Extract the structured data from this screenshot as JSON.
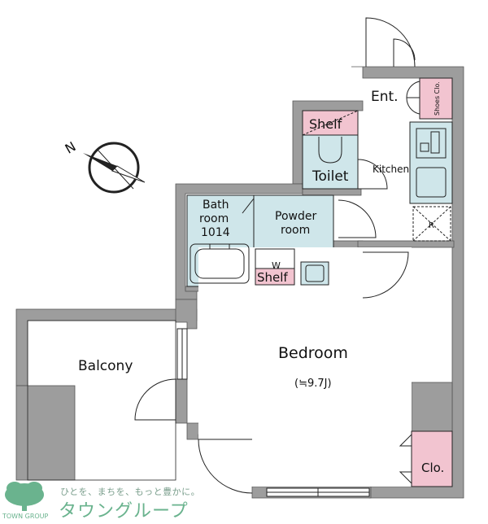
{
  "rooms": {
    "entrance": "Ent.",
    "shoes_closet": "Shoes Clo.",
    "shelf_top": "Shelf",
    "toilet": "Toilet",
    "kitchen": "Kitchen",
    "bath_line1": "Bath",
    "bath_line2": "room",
    "bath_line3": "1014",
    "powder_line1": "Powder",
    "powder_line2": "room",
    "washer": "W",
    "shelf_bottom": "Shelf",
    "refrigerator": "R",
    "bedroom": "Bedroom",
    "bedroom_size": "(≒9.7J)",
    "balcony": "Balcony",
    "closet": "Clo.",
    "compass": "N"
  },
  "brand": {
    "tagline": "ひとを、まちを、もっと豊かに。",
    "name": "タウングループ",
    "name_en": "TOWN GROUP"
  },
  "colors": {
    "wall": "#9d9d9d",
    "wet_area": "#cfe6ea",
    "storage": "#f2c4d0",
    "outline": "#222222",
    "brand": "#6ab38e"
  }
}
